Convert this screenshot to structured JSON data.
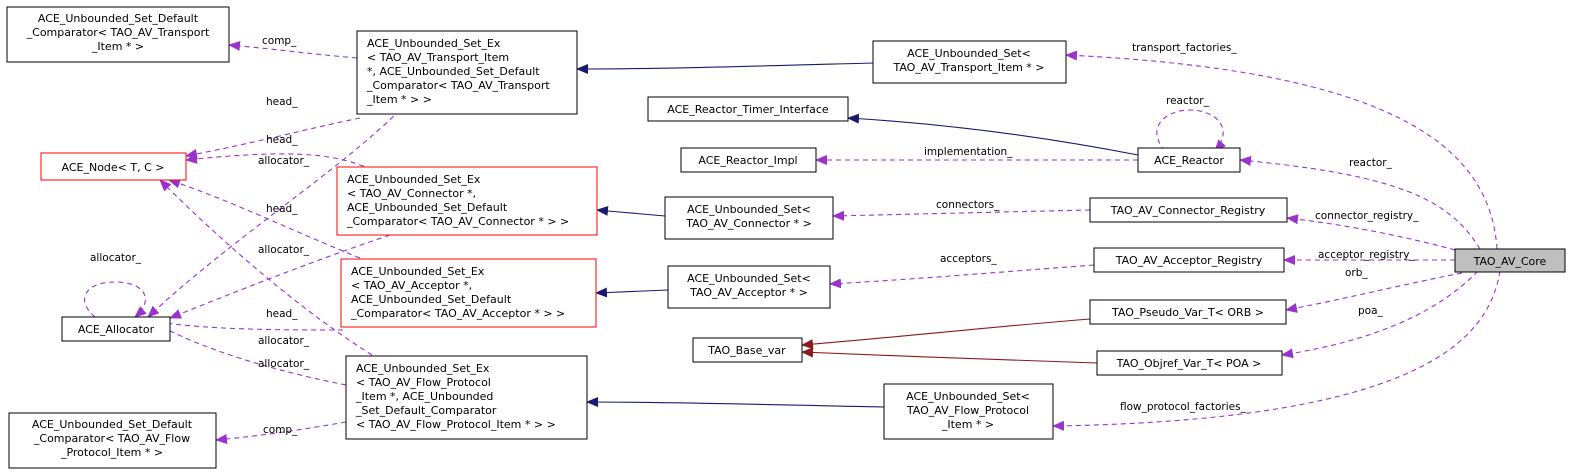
{
  "nodes": {
    "ace_default_comparator_transport": [
      "ACE_Unbounded_Set_Default",
      "_Comparator< TAO_AV_Transport",
      "_Item * >"
    ],
    "ace_unbounded_set_ex_transport": [
      "ACE_Unbounded_Set_Ex",
      "< TAO_AV_Transport_Item",
      " *, ACE_Unbounded_Set_Default",
      "_Comparator< TAO_AV_Transport",
      "_Item * > >"
    ],
    "ace_unbounded_set_transport": [
      "ACE_Unbounded_Set<",
      "TAO_AV_Transport_Item * >"
    ],
    "ace_node": [
      "ACE_Node< T, C >"
    ],
    "ace_reactor_timer_interface": [
      "ACE_Reactor_Timer_Interface"
    ],
    "ace_reactor_impl": [
      "ACE_Reactor_Impl"
    ],
    "ace_reactor": [
      "ACE_Reactor"
    ],
    "ace_unbounded_set_ex_connector": [
      "ACE_Unbounded_Set_Ex",
      "< TAO_AV_Connector *,",
      " ACE_Unbounded_Set_Default",
      "_Comparator< TAO_AV_Connector * > >"
    ],
    "ace_unbounded_set_connector": [
      "ACE_Unbounded_Set<",
      "TAO_AV_Connector * >"
    ],
    "tao_av_connector_registry": [
      "TAO_AV_Connector_Registry"
    ],
    "ace_allocator": [
      "ACE_Allocator"
    ],
    "ace_unbounded_set_ex_acceptor": [
      "ACE_Unbounded_Set_Ex",
      "< TAO_AV_Acceptor *,",
      " ACE_Unbounded_Set_Default",
      "_Comparator< TAO_AV_Acceptor * > >"
    ],
    "ace_unbounded_set_acceptor": [
      "ACE_Unbounded_Set<",
      "TAO_AV_Acceptor * >"
    ],
    "tao_av_acceptor_registry": [
      "TAO_AV_Acceptor_Registry"
    ],
    "tao_av_core": [
      "TAO_AV_Core"
    ],
    "tao_pseudo_var_orb": [
      "TAO_Pseudo_Var_T< ORB >"
    ],
    "tao_base_var": [
      "TAO_Base_var"
    ],
    "tao_objref_var_poa": [
      "TAO_Objref_Var_T< POA >"
    ],
    "ace_unbounded_set_ex_flow": [
      "ACE_Unbounded_Set_Ex",
      "< TAO_AV_Flow_Protocol",
      "_Item *, ACE_Unbounded",
      "_Set_Default_Comparator",
      "< TAO_AV_Flow_Protocol_Item * > >"
    ],
    "ace_unbounded_set_flow": [
      "ACE_Unbounded_Set<",
      "TAO_AV_Flow_Protocol",
      "_Item * >"
    ],
    "ace_default_comparator_flow": [
      "ACE_Unbounded_Set_Default",
      "_Comparator< TAO_AV_Flow",
      "_Protocol_Item * >"
    ]
  },
  "edge_labels": {
    "comp_top": "comp_",
    "transport_factories": "transport_factories_",
    "reactor_self": "reactor_",
    "head_1": "head_",
    "head_2": "head_",
    "implementation": "implementation_",
    "allocator_1": "allocator_",
    "reactor_core": "reactor_",
    "connectors": "connectors_",
    "connector_registry": "connector_registry_",
    "head_3": "head_",
    "allocator_self": "allocator_",
    "allocator_2": "allocator_",
    "acceptors": "acceptors_",
    "acceptor_registry": "acceptor_registry_",
    "orb": "orb_",
    "head_4": "head_",
    "poa": "poa_",
    "allocator_3": "allocator_",
    "allocator_4": "allocator_",
    "comp_bottom": "comp_",
    "flow_protocol_factories": "flow_protocol_factories_"
  },
  "colors": {
    "inheritance": "#191970",
    "template_inheritance": "#8b1a1a",
    "usage": "#9a32cd",
    "highlight_fill": "#bfbfbf",
    "incomplete_border": "#ff0000"
  }
}
